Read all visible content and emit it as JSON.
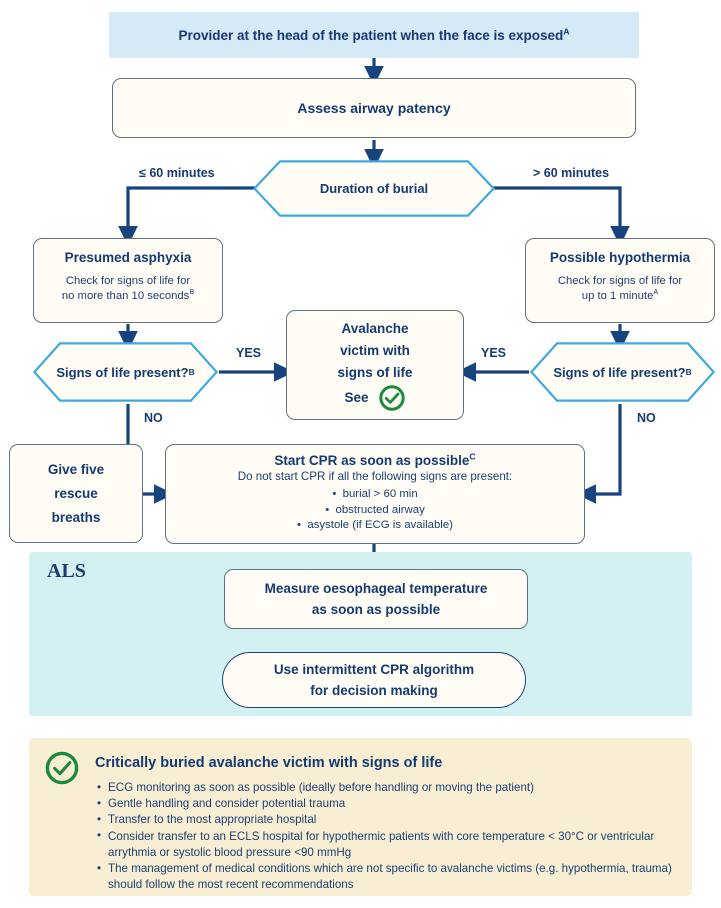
{
  "banner": {
    "text_main": "Provider at the head of the patient when the face is exposed",
    "text_sup": "A"
  },
  "nodes": {
    "assess_airway": {
      "title": "Assess airway patency"
    },
    "duration_of_burial": {
      "label": "Duration of burial"
    },
    "presumed_asphyxia": {
      "title": "Presumed asphyxia",
      "sub_line1": "Check for signs of life for",
      "sub_line2": "no more than 10 seconds",
      "sub_sup": "B"
    },
    "possible_hypothermia": {
      "title": "Possible hypothermia",
      "sub_line1": "Check for signs of life for",
      "sub_line2": "up to 1 minute",
      "sub_sup": "A"
    },
    "signs_left": {
      "label": "Signs of life present?",
      "sup": "B"
    },
    "signs_right": {
      "label": "Signs of life present?",
      "sup": "B"
    },
    "avalanche_victim": {
      "line1": "Avalanche",
      "line2": "victim with",
      "line3": "signs of life",
      "line4": "See"
    },
    "rescue_breaths": {
      "line1": "Give five",
      "line2": "rescue",
      "line3": "breaths"
    },
    "start_cpr": {
      "title": "Start CPR as soon as possible",
      "title_sup": "C",
      "subtitle": "Do not start CPR if all the following signs are present:",
      "bullets": [
        "burial > 60 min",
        "obstructed airway",
        "asystole (if ECG is available)"
      ]
    },
    "measure_temp": {
      "line1": "Measure oesophageal temperature",
      "line2": "as soon as possible"
    },
    "intermittent_cpr": {
      "line1": "Use intermittent CPR algorithm",
      "line2": "for decision making"
    }
  },
  "edges": {
    "le_60": "≤ 60 minutes",
    "gt_60": "> 60 minutes",
    "yes_left": "YES",
    "yes_right": "YES",
    "no_left": "NO",
    "no_right": "NO"
  },
  "als": {
    "label": "ALS"
  },
  "legend": {
    "title": "Critically buried avalanche victim with signs of life",
    "items": [
      "ECG monitoring as soon as possible (ideally before handling or moving the patient)",
      "Gentle handling and consider potential trauma",
      "Transfer to the most appropriate hospital",
      "Consider transfer to an ECLS hospital for hypothermic patients with core temperature < 30°C or ventricular arrythmia or systolic blood pressure <90 mmHg",
      "The management of medical conditions which are not specific to avalanche victims (e.g. hypothermia, trauma) should follow the most recent recommendations"
    ]
  },
  "icons": {
    "check_circle": "check-circle-icon"
  },
  "colors": {
    "dark_blue": "#153a72",
    "arrow_blue": "#17447f",
    "hex_border": "#3fa9dd",
    "banner_bg": "#d5e9f6",
    "als_bg": "#d3f0f2",
    "legend_bg": "#f7eed3",
    "box_fill": "#fffdf5",
    "box_border": "#5f7383",
    "green": "#1b8a3c"
  }
}
